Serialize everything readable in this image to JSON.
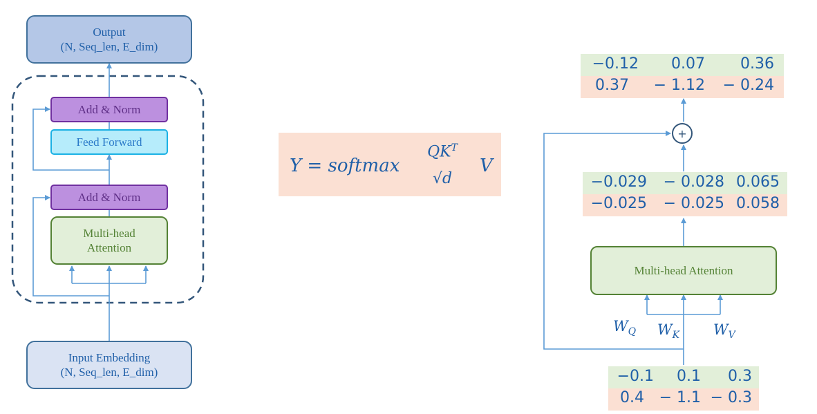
{
  "encoder": {
    "output": {
      "line1": "Output",
      "line2": "(N, Seq_len, E_dim)"
    },
    "add_norm_top": "Add & Norm",
    "feed_forward": "Feed Forward",
    "add_norm_bottom": "Add & Norm",
    "attention": {
      "line1": "Multi-head",
      "line2": "Attention"
    },
    "input": {
      "line1": "Input Embedding",
      "line2": "(N, Seq_len, E_dim)"
    }
  },
  "formula": {
    "lhs": "Y = softmax",
    "numerator": "QK",
    "numerator_sup": "T",
    "denominator": "√d",
    "rhs": "V"
  },
  "right_diagram": {
    "output_matrix": {
      "rows": [
        [
          "−0.12",
          "0.07",
          "0.36"
        ],
        [
          "0.37",
          "− 1.12",
          "− 0.24"
        ]
      ]
    },
    "add_symbol": "+",
    "attention_matrix": {
      "rows": [
        [
          "−0.029",
          "− 0.028",
          "0.065"
        ],
        [
          "−0.025",
          "− 0.025",
          "0.058"
        ]
      ]
    },
    "attention_box": "Multi-head Attention",
    "weights": [
      {
        "base": "W",
        "sub": "Q"
      },
      {
        "base": "W",
        "sub": "K"
      },
      {
        "base": "W",
        "sub": "V"
      }
    ],
    "input_matrix": {
      "rows": [
        [
          "−0.1",
          "0.1",
          "0.3"
        ],
        [
          "0.4",
          "− 1.1",
          "− 0.3"
        ]
      ]
    }
  },
  "colors": {
    "arrow": "#5b9bd5",
    "text_blue": "#1f5fa8",
    "row_highlight_green": "#e2efd9",
    "row_highlight_orange": "#fbe0d3"
  }
}
